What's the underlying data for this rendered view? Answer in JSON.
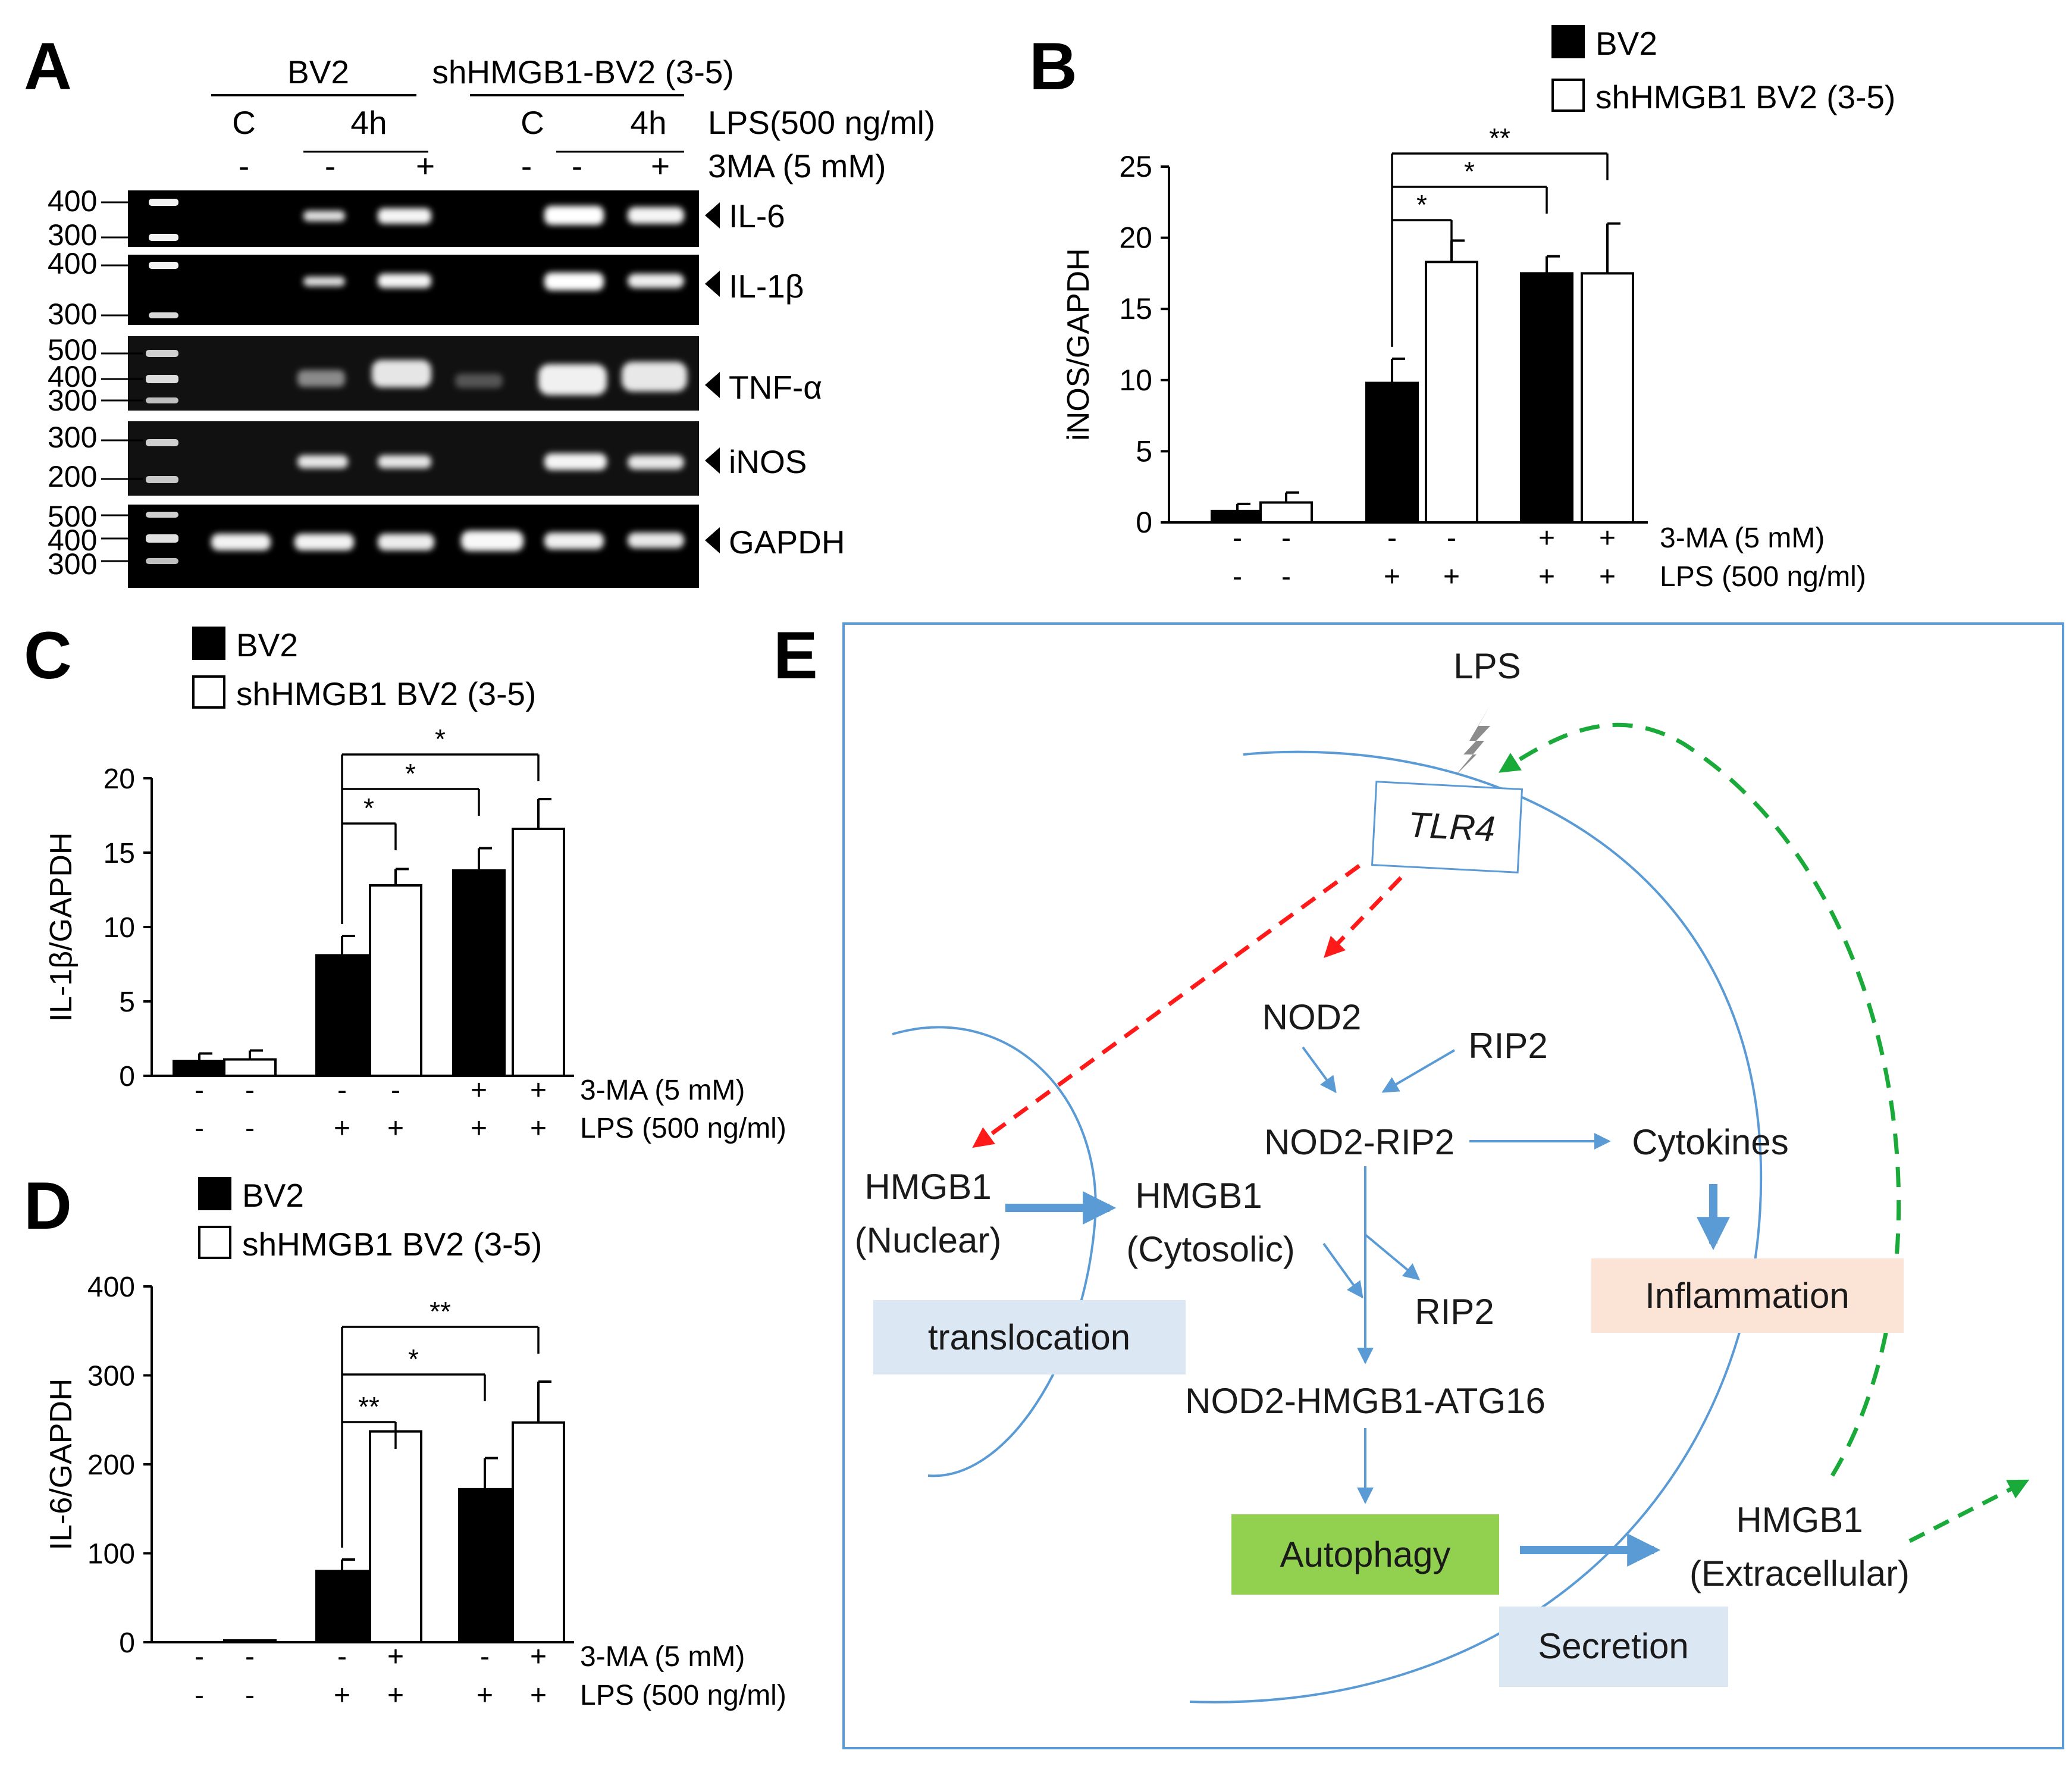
{
  "panels": {
    "A": {
      "letter": "A",
      "groups": [
        "BV2",
        "shHMGB1-BV2 (3-5)"
      ],
      "lps_row": {
        "label": "LPS(500  ng/ml)",
        "values": [
          "C",
          "4h",
          "C",
          "4h"
        ]
      },
      "ma_row": {
        "label": "3MA (5  mM)",
        "values": [
          "-",
          "-",
          "+",
          "-",
          "-",
          "+"
        ]
      },
      "gels": [
        {
          "name": "IL-6",
          "markers": [
            "400",
            "300"
          ]
        },
        {
          "name": "IL-1β",
          "markers": [
            "400",
            "300"
          ]
        },
        {
          "name": "TNF-α",
          "markers": [
            "500",
            "400",
            "300"
          ]
        },
        {
          "name": "iNOS",
          "markers": [
            "300",
            "200"
          ]
        },
        {
          "name": "GAPDH",
          "markers": [
            "500",
            "400",
            "300"
          ]
        }
      ]
    },
    "B": {
      "letter": "B"
    },
    "C": {
      "letter": "C"
    },
    "D": {
      "letter": "D"
    },
    "E": {
      "letter": "E"
    }
  },
  "chart_data": [
    {
      "id": "B",
      "type": "bar",
      "ylabel": "iNOS/GAPDH",
      "ylim": [
        0,
        25
      ],
      "yticks": [
        0,
        5,
        10,
        15,
        20,
        25
      ],
      "legend": [
        "BV2",
        "shHMGB1  BV2 (3-5)"
      ],
      "legend_position": "top-right",
      "series": [
        {
          "name": "BV2",
          "values": [
            0.8,
            9.8,
            17.5
          ],
          "errors": [
            0.5,
            1.7,
            1.2
          ],
          "color": "#000000"
        },
        {
          "name": "shHMGB1  BV2 (3-5)",
          "values": [
            1.4,
            18.3,
            17.5
          ],
          "errors": [
            0.7,
            1.5,
            3.5
          ],
          "color": "#ffffff"
        }
      ],
      "condition_rows": [
        {
          "label": "3-MA  (5  mM)",
          "values": [
            "-",
            "-",
            "-",
            "-",
            "+",
            "+"
          ]
        },
        {
          "label": "LPS (500  ng/ml)",
          "values": [
            "-",
            "-",
            "+",
            "+",
            "+",
            "+"
          ]
        }
      ],
      "significance": [
        {
          "label": "*",
          "from_bar": 2,
          "to_bar": 3
        },
        {
          "label": "*",
          "from_bar": 2,
          "to_bar": 4
        },
        {
          "label": "**",
          "from_bar": 2,
          "to_bar": 5
        }
      ]
    },
    {
      "id": "C",
      "type": "bar",
      "ylabel": "IL-1β/GAPDH",
      "ylim": [
        0,
        20
      ],
      "yticks": [
        0,
        5,
        10,
        15,
        20
      ],
      "legend": [
        "BV2",
        "shHMGB1  BV2 (3-5)"
      ],
      "legend_position": "top-left",
      "series": [
        {
          "name": "BV2",
          "values": [
            1.0,
            8.1,
            13.8
          ],
          "errors": [
            0.5,
            1.3,
            1.5
          ],
          "color": "#000000"
        },
        {
          "name": "shHMGB1  BV2 (3-5)",
          "values": [
            1.1,
            12.8,
            16.6
          ],
          "errors": [
            0.6,
            1.1,
            2.0
          ],
          "color": "#ffffff"
        }
      ],
      "condition_rows": [
        {
          "label": "3-MA  (5  mM)",
          "values": [
            "-",
            "-",
            "-",
            "-",
            "+",
            "+"
          ]
        },
        {
          "label": "LPS (500 ng/ml)",
          "values": [
            "-",
            "-",
            "+",
            "+",
            "+",
            "+"
          ]
        }
      ],
      "significance": [
        {
          "label": "*",
          "from_bar": 2,
          "to_bar": 3
        },
        {
          "label": "*",
          "from_bar": 2,
          "to_bar": 4
        },
        {
          "label": "*",
          "from_bar": 2,
          "to_bar": 5
        }
      ]
    },
    {
      "id": "D",
      "type": "bar",
      "ylabel": "IL-6/GAPDH",
      "ylim": [
        0,
        400
      ],
      "yticks": [
        0,
        100,
        200,
        300,
        400
      ],
      "legend": [
        "BV2",
        "shHMGB1  BV2 (3-5)"
      ],
      "legend_position": "top-left",
      "series": [
        {
          "name": "BV2",
          "values": [
            0,
            80,
            172
          ],
          "errors": [
            0,
            13,
            35
          ],
          "color": "#000000"
        },
        {
          "name": "shHMGB1  BV2 (3-5)",
          "values": [
            2,
            237,
            247
          ],
          "errors": [
            0,
            0,
            46
          ],
          "color": "#ffffff"
        }
      ],
      "condition_rows": [
        {
          "label": "3-MA  (5  mM)",
          "values": [
            "-",
            "-",
            "-",
            "+",
            "-",
            "+"
          ]
        },
        {
          "label": "LPS (500 ng/ml)",
          "values": [
            "-",
            "-",
            "+",
            "+",
            "+",
            "+"
          ]
        }
      ],
      "significance": [
        {
          "label": "**",
          "from_bar": 2,
          "to_bar": 3
        },
        {
          "label": "*",
          "from_bar": 2,
          "to_bar": 4
        },
        {
          "label": "**",
          "from_bar": 2,
          "to_bar": 5
        }
      ]
    }
  ],
  "diagram": {
    "lps": "LPS",
    "tlr4": "TLR4",
    "nod2": "NOD2",
    "rip2_top": "RIP2",
    "nod2_rip2": "NOD2-RIP2",
    "cytokines": "Cytokines",
    "hmgb1_nuclear": [
      "HMGB1",
      "(Nuclear)"
    ],
    "hmgb1_cytosolic": [
      "HMGB1",
      "(Cytosolic)"
    ],
    "rip2_bottom": "RIP2",
    "inflammation": "Inflammation",
    "translocation": "translocation",
    "complex": "NOD2-HMGB1-ATG16",
    "autophagy": "Autophagy",
    "hmgb1_extracellular": [
      "HMGB1",
      "(Extracellular)"
    ],
    "secretion": "Secretion",
    "colors": {
      "line": "#5b9bd5",
      "red_arrow": "#ff1a1a",
      "green_arrow": "#1aaa3a",
      "translocation_box": "#dbe8f4",
      "inflammation_box": "#fbe3d6",
      "autophagy_box": "#92d050",
      "secretion_box": "#dbe8f4"
    }
  }
}
